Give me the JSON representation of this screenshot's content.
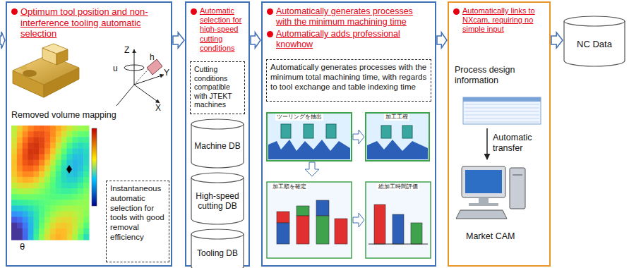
{
  "diagram": {
    "nodes": [
      {
        "text": [
          "Optimum tool position and non-interference tooling automatic selection"
        ]
      },
      {
        "text": [
          "Instantaneous automatic selection for tools with good removal efficiency"
        ],
        "in": 0
      },
      {
        "text": [
          "Automatic selection for high-speed cutting conditions"
        ]
      },
      {
        "text": [
          "Cutting conditions compatible with JTEKT machines"
        ],
        "in": 2
      },
      {
        "text": [
          "Machine DB"
        ],
        "in": 2
      },
      {
        "text": [
          "High-speed cutting DB"
        ],
        "in": 2
      },
      {
        "text": [
          "Tooling DB"
        ],
        "in": 2
      },
      {
        "text": [
          "Automatically generates processes with the minimum machining time",
          "Automatically adds professional knowhow"
        ]
      },
      {
        "text": [
          "Automatically generates processes with the minimum total machining time, with regards to tool exchange and table indexing time"
        ],
        "in": 7
      },
      {
        "text": [
          "Automatically links to NXcam, requiring no simple input"
        ]
      },
      {
        "text": [
          "NC Data"
        ]
      }
    ],
    "edges": [
      {
        "from": 0,
        "to": 2,
        "arrow": "to"
      },
      {
        "from": 2,
        "to": 7,
        "arrow": "to"
      },
      {
        "from": 7,
        "to": 9,
        "arrow": "to"
      },
      {
        "from": 9,
        "to": 10,
        "arrow": "to"
      }
    ],
    "labels": [
      "Removed volume mapping",
      "Z",
      "h",
      "u",
      "Y",
      "X",
      "θ",
      "Process design information",
      "Automatic transfer",
      "Market CAM",
      "ツーリングを抽出",
      "加工工程",
      "加工順を確定",
      "総加工時間評価"
    ]
  }
}
